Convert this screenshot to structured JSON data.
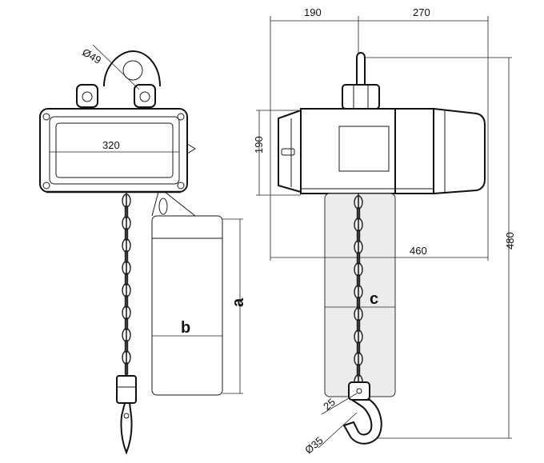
{
  "labels": {
    "dia_49": "Ø49",
    "width_320": "320",
    "dim_190_top": "190",
    "dim_270": "270",
    "dim_190_side": "190",
    "dim_460": "460",
    "dim_480": "480",
    "dim_a": "a",
    "dim_b": "b",
    "dim_c": "c",
    "dim_25": "25",
    "dia_35": "Ø35"
  }
}
